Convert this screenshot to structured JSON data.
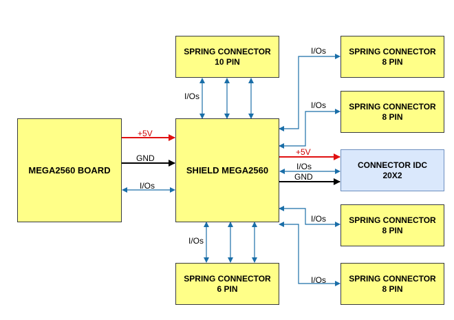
{
  "colors": {
    "io_arrow": "#1a6ea8",
    "power_arrow": "#e01010",
    "gnd_arrow": "#000000",
    "box_fill": "#ffff88",
    "idc_fill": "#dae8fc"
  },
  "blocks": {
    "mega_board": {
      "line1": "MEGA2560 BOARD",
      "line2": ""
    },
    "shield": {
      "line1": "SHIELD MEGA2560",
      "line2": ""
    },
    "spring_top": {
      "line1": "SPRING CONNECTOR",
      "line2": "10 PIN"
    },
    "spring_bottom": {
      "line1": "SPRING CONNECTOR",
      "line2": "6 PIN"
    },
    "spring_r1": {
      "line1": "SPRING CONNECTOR",
      "line2": "8 PIN"
    },
    "spring_r2": {
      "line1": "SPRING CONNECTOR",
      "line2": "8 PIN"
    },
    "idc": {
      "line1": "CONNECTOR IDC",
      "line2": "20X2"
    },
    "spring_r4": {
      "line1": "SPRING CONNECTOR",
      "line2": "8 PIN"
    },
    "spring_r5": {
      "line1": "SPRING CONNECTOR",
      "line2": "8 PIN"
    }
  },
  "labels": {
    "left_5v": "+5V",
    "left_gnd": "GND",
    "left_io": "I/Os",
    "top_io": "I/Os",
    "bottom_io": "I/Os",
    "r1_io": "I/Os",
    "r2_io": "I/Os",
    "idc_5v": "+5V",
    "idc_io": "I/Os",
    "idc_gnd": "GND",
    "r4_io": "I/Os",
    "r5_io": "I/Os"
  }
}
